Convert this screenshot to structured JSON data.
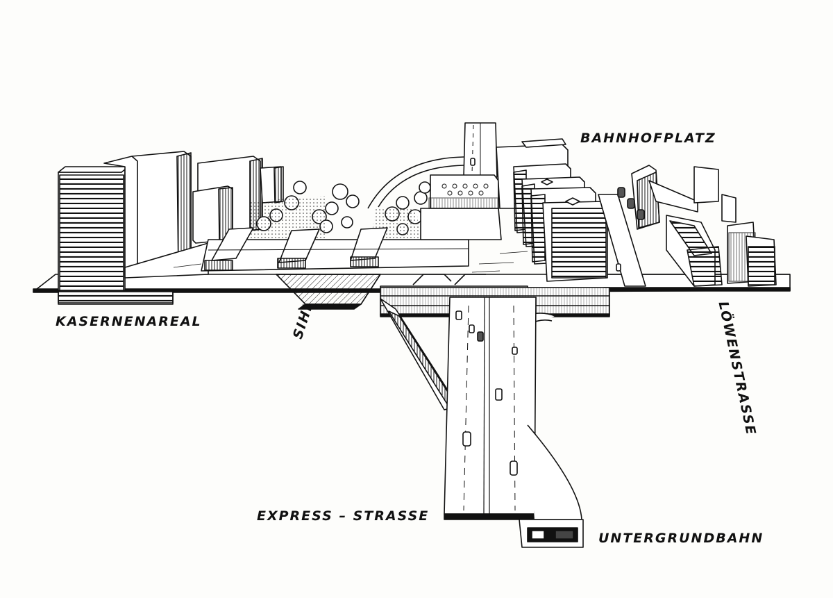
{
  "labels": {
    "bahnhofplatz": "BAHNHOFPLATZ",
    "kasernenareal": "KASERNENAREAL",
    "sihl": "SIHL",
    "loewenstrasse": "LÖWENSTRASSE",
    "express_strasse": "EXPRESS – STRASSE",
    "untergrundbahn": "UNTERGRUNDBAHN"
  },
  "colors": {
    "ink": "#111111",
    "paper": "#fdfdfb"
  }
}
